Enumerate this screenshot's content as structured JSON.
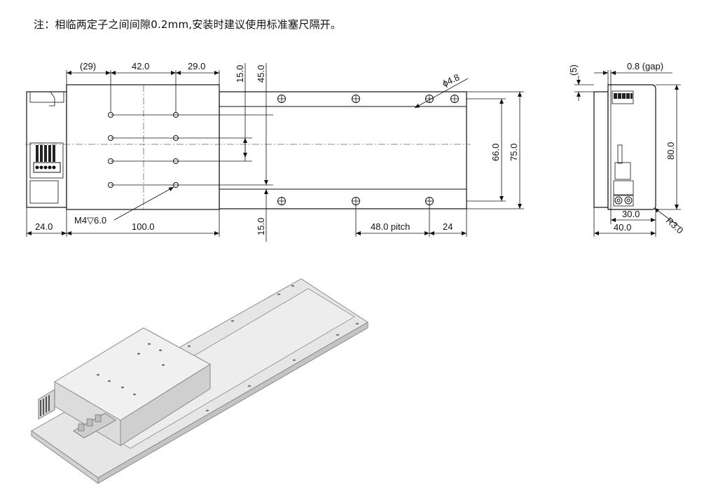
{
  "note": "注：相临两定子之间间隙0.2mm,安装时建议使用标准塞尺隔开。",
  "front_view": {
    "dims": {
      "d29_ref": "(29)",
      "d42": "42.0",
      "d29": "29.0",
      "d15_top": "15.0",
      "d45": "45.0",
      "hole_dia": "ϕ4.8",
      "d66": "66.0",
      "d75": "75.0",
      "thread": "M4▽6.0",
      "d24_left": "24.0",
      "d100": "100.0",
      "d15_bottom": "15.0",
      "pitch": "48.0 pitch",
      "d24_right": "24"
    }
  },
  "side_view": {
    "dims": {
      "d5": "(5)",
      "gap": "0.8 (gap)",
      "d80": "80.0",
      "d30": "30.0",
      "d40": "40.0",
      "radius": "R3.0"
    }
  },
  "iso_view": {}
}
